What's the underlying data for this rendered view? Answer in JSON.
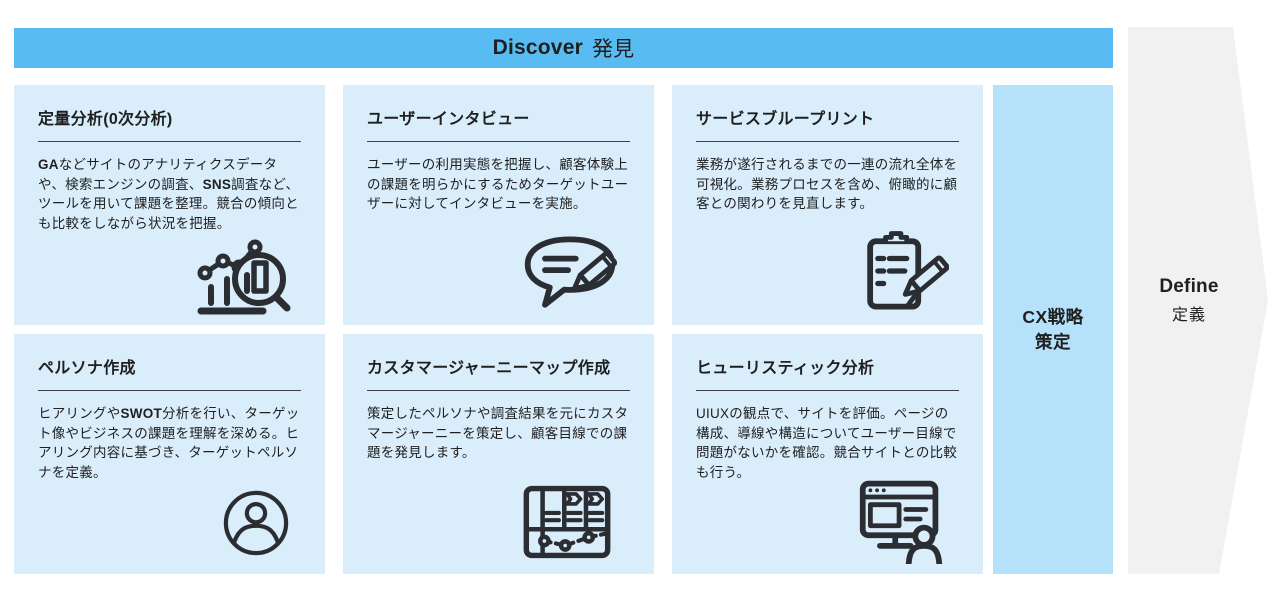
{
  "header": {
    "en": "Discover",
    "ja": "発見"
  },
  "cards": [
    {
      "title": "定量分析(0次分析)",
      "icon": "analytics-magnifier-icon",
      "body": [
        {
          "t": "GA",
          "b": true
        },
        {
          "t": "などサイトのアナリティクスデータや、検索エンジンの調査、",
          "b": false
        },
        {
          "t": "SNS",
          "b": true
        },
        {
          "t": "調査など、ツールを用いて課題を整理。競合の傾向とも比較をしながら状況を把握。",
          "b": false
        }
      ]
    },
    {
      "title": "ユーザーインタビュー",
      "icon": "speech-bubble-pencil-icon",
      "body": [
        {
          "t": "ユーザーの利用実態を把握し、顧客体験上の課題を明らかにするためターゲットユーザーに対してインタビューを実施。",
          "b": false
        }
      ]
    },
    {
      "title": "サービスブループリント",
      "icon": "clipboard-pencil-icon",
      "body": [
        {
          "t": "業務が遂行されるまでの一連の流れ全体を可視化。業務プロセスを含め、俯瞰的に顧客との関わりを見直します。",
          "b": false
        }
      ]
    },
    {
      "title": "ペルソナ作成",
      "icon": "persona-circle-icon",
      "body": [
        {
          "t": "ヒアリングや",
          "b": false
        },
        {
          "t": "SWOT",
          "b": true
        },
        {
          "t": "分析を行い、ターゲット像やビジネスの課題を理解を深める。ヒアリング内容に基づき、ターゲットペルソナを定義。",
          "b": false
        }
      ]
    },
    {
      "title": "カスタマージャーニーマップ作成",
      "icon": "journey-map-icon",
      "body": [
        {
          "t": "策定したペルソナや調査結果を元にカスタマージャーニーを策定し、顧客目線での課題を発見します。",
          "b": false
        }
      ]
    },
    {
      "title": "ヒューリスティック分析",
      "icon": "browser-user-icon",
      "body": [
        {
          "t": "UIUXの観点で、サイトを評価。ページの構成、導線や構造についてユーザー目線で問題がないかを確認。競合サイトとの比較も行う。",
          "b": false
        }
      ]
    }
  ],
  "cx_bar": {
    "line1": "CX戦略",
    "line2": "策定"
  },
  "define": {
    "en": "Define",
    "ja": "定義"
  },
  "colors": {
    "header_blue": "#58BCF3",
    "card_blue": "#D9EDFB",
    "cx_blue": "#B5E2FA",
    "arrow_gray": "#F1F1F2",
    "ink": "#1F1F1F"
  }
}
